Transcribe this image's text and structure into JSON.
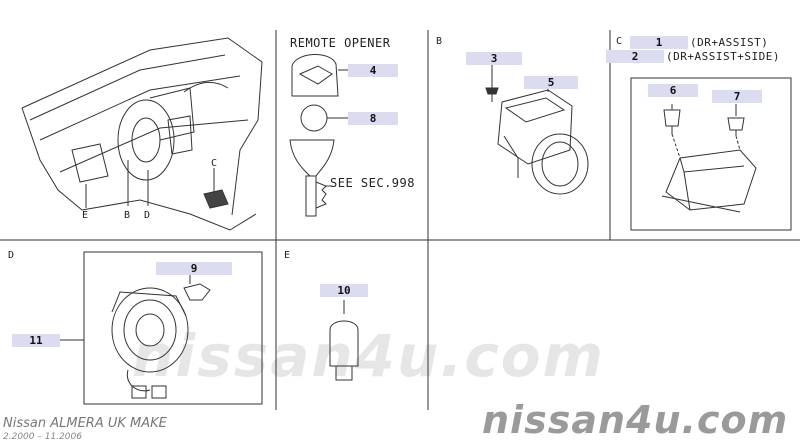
{
  "watermark": "nissan4u.com",
  "footer": {
    "model": "Nissan  ALMERA UK MAKE",
    "dates": "2.2000 – 11.2006"
  },
  "sections": {
    "b": "B",
    "c": "C",
    "d": "D",
    "e": "E"
  },
  "labels": {
    "remote_opener": "REMOTE OPENER",
    "see_sec": "SEE SEC.998",
    "c_dr_assist": "(DR+ASSIST)",
    "c_dr_assist_side": "(DR+ASSIST+SIDE)"
  },
  "view_letters": {
    "c": "C",
    "e": "E",
    "b": "B",
    "d": "D"
  },
  "callouts": {
    "p1": "1",
    "p2": "2",
    "p3": "3",
    "p4": "4",
    "p5": "5",
    "p6": "6",
    "p7": "7",
    "p8": "8",
    "p9": "9",
    "p10": "10",
    "p11": "11"
  },
  "icons": [
    "dashboard-outline",
    "key-fob",
    "air-bag-sensor",
    "clock-spring",
    "bolt",
    "nut",
    "bulb"
  ]
}
